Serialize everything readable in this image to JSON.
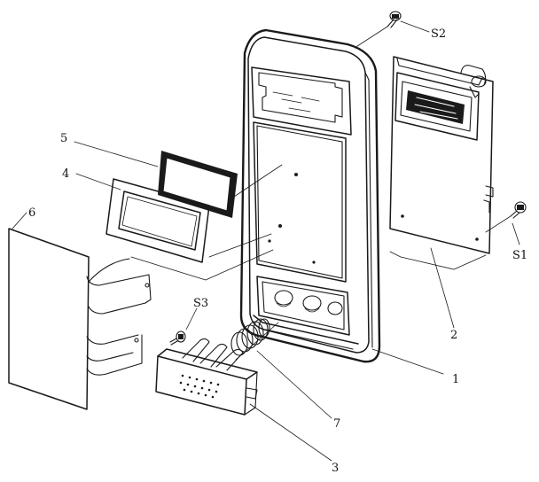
{
  "callouts": {
    "s2": "S2",
    "s1": "S1",
    "s3": "S3",
    "p1": "1",
    "p2": "2",
    "p3": "3",
    "p4": "4",
    "p5": "5",
    "p6": "6",
    "p7": "7"
  },
  "colors": {
    "ink": "#1a1a1a",
    "paper": "#ffffff"
  }
}
